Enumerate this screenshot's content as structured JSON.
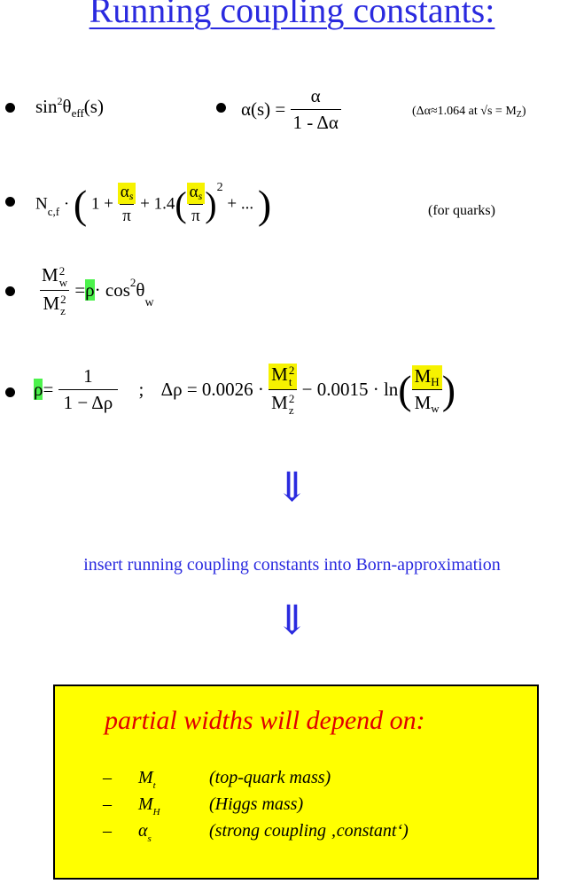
{
  "title": "Running coupling constants:",
  "line1": {
    "sin_expr": "sin",
    "sin_sq": "2",
    "theta": "θ",
    "eff": "eff",
    "s_arg": "(s)",
    "alpha_lhs": "α(s) =",
    "alpha_num": "α",
    "alpha_den": "1 - Δα",
    "note": "(Δα≈1.064 at √s = M",
    "note_sub": "Z",
    "note_end": ")"
  },
  "line2": {
    "ncf": "N",
    "ncf_sub": "c,f",
    "dot_open": "·",
    "one_plus": "1  +",
    "alpha_s": "α",
    "alpha_s_sub": "s",
    "pi": "π",
    "plus_14": "+  1.4",
    "alpha_s2": "α",
    "alpha_s2_sub": "s",
    "pi2": "π",
    "square": "2",
    "tail": "+  ...",
    "note": "(for quarks)"
  },
  "line3": {
    "mw": "M",
    "mw_sub": "w",
    "mw_sup": "2",
    "mz": "M",
    "mz_sub": "z",
    "mz_sup": "2",
    "eq": "=",
    "rho": "ρ",
    "cos": "· cos",
    "cos_sup": "2",
    "theta": "θ",
    "theta_sub": "w"
  },
  "line4": {
    "rho": "ρ",
    "eq": "=",
    "num": "1",
    "den": "1 − Δρ",
    "sep": ";",
    "drho": "Δρ = 0.0026 ·",
    "mt": "M",
    "mt_sub": "t",
    "mt_sup": "2",
    "mz": "M",
    "mz_sub": "z",
    "mz_sup": "2",
    "minus": "− 0.0015 · ln",
    "mh": "M",
    "mh_sub": "H",
    "mw": "M",
    "mw_sub": "w"
  },
  "arrow1": "⇓",
  "insert_text": "insert running coupling constants into Born-approximation",
  "arrow2": "⇓",
  "box": {
    "heading": "partial widths will depend on:",
    "items": [
      {
        "dash": "–",
        "symbol": "M",
        "sub": "t",
        "desc": "(top-quark mass)"
      },
      {
        "dash": "–",
        "symbol": "M",
        "sub": "H",
        "desc": "(Higgs mass)"
      },
      {
        "dash": "–",
        "symbol": "α",
        "sub": "s",
        "desc": "(strong coupling ‚constant‘)"
      }
    ]
  },
  "colors": {
    "title_blue": "#2a2adf",
    "highlight_yellow": "#f6f200",
    "highlight_green": "#4cf24c",
    "box_yellow": "#ffff00",
    "heading_red": "#e00000"
  }
}
